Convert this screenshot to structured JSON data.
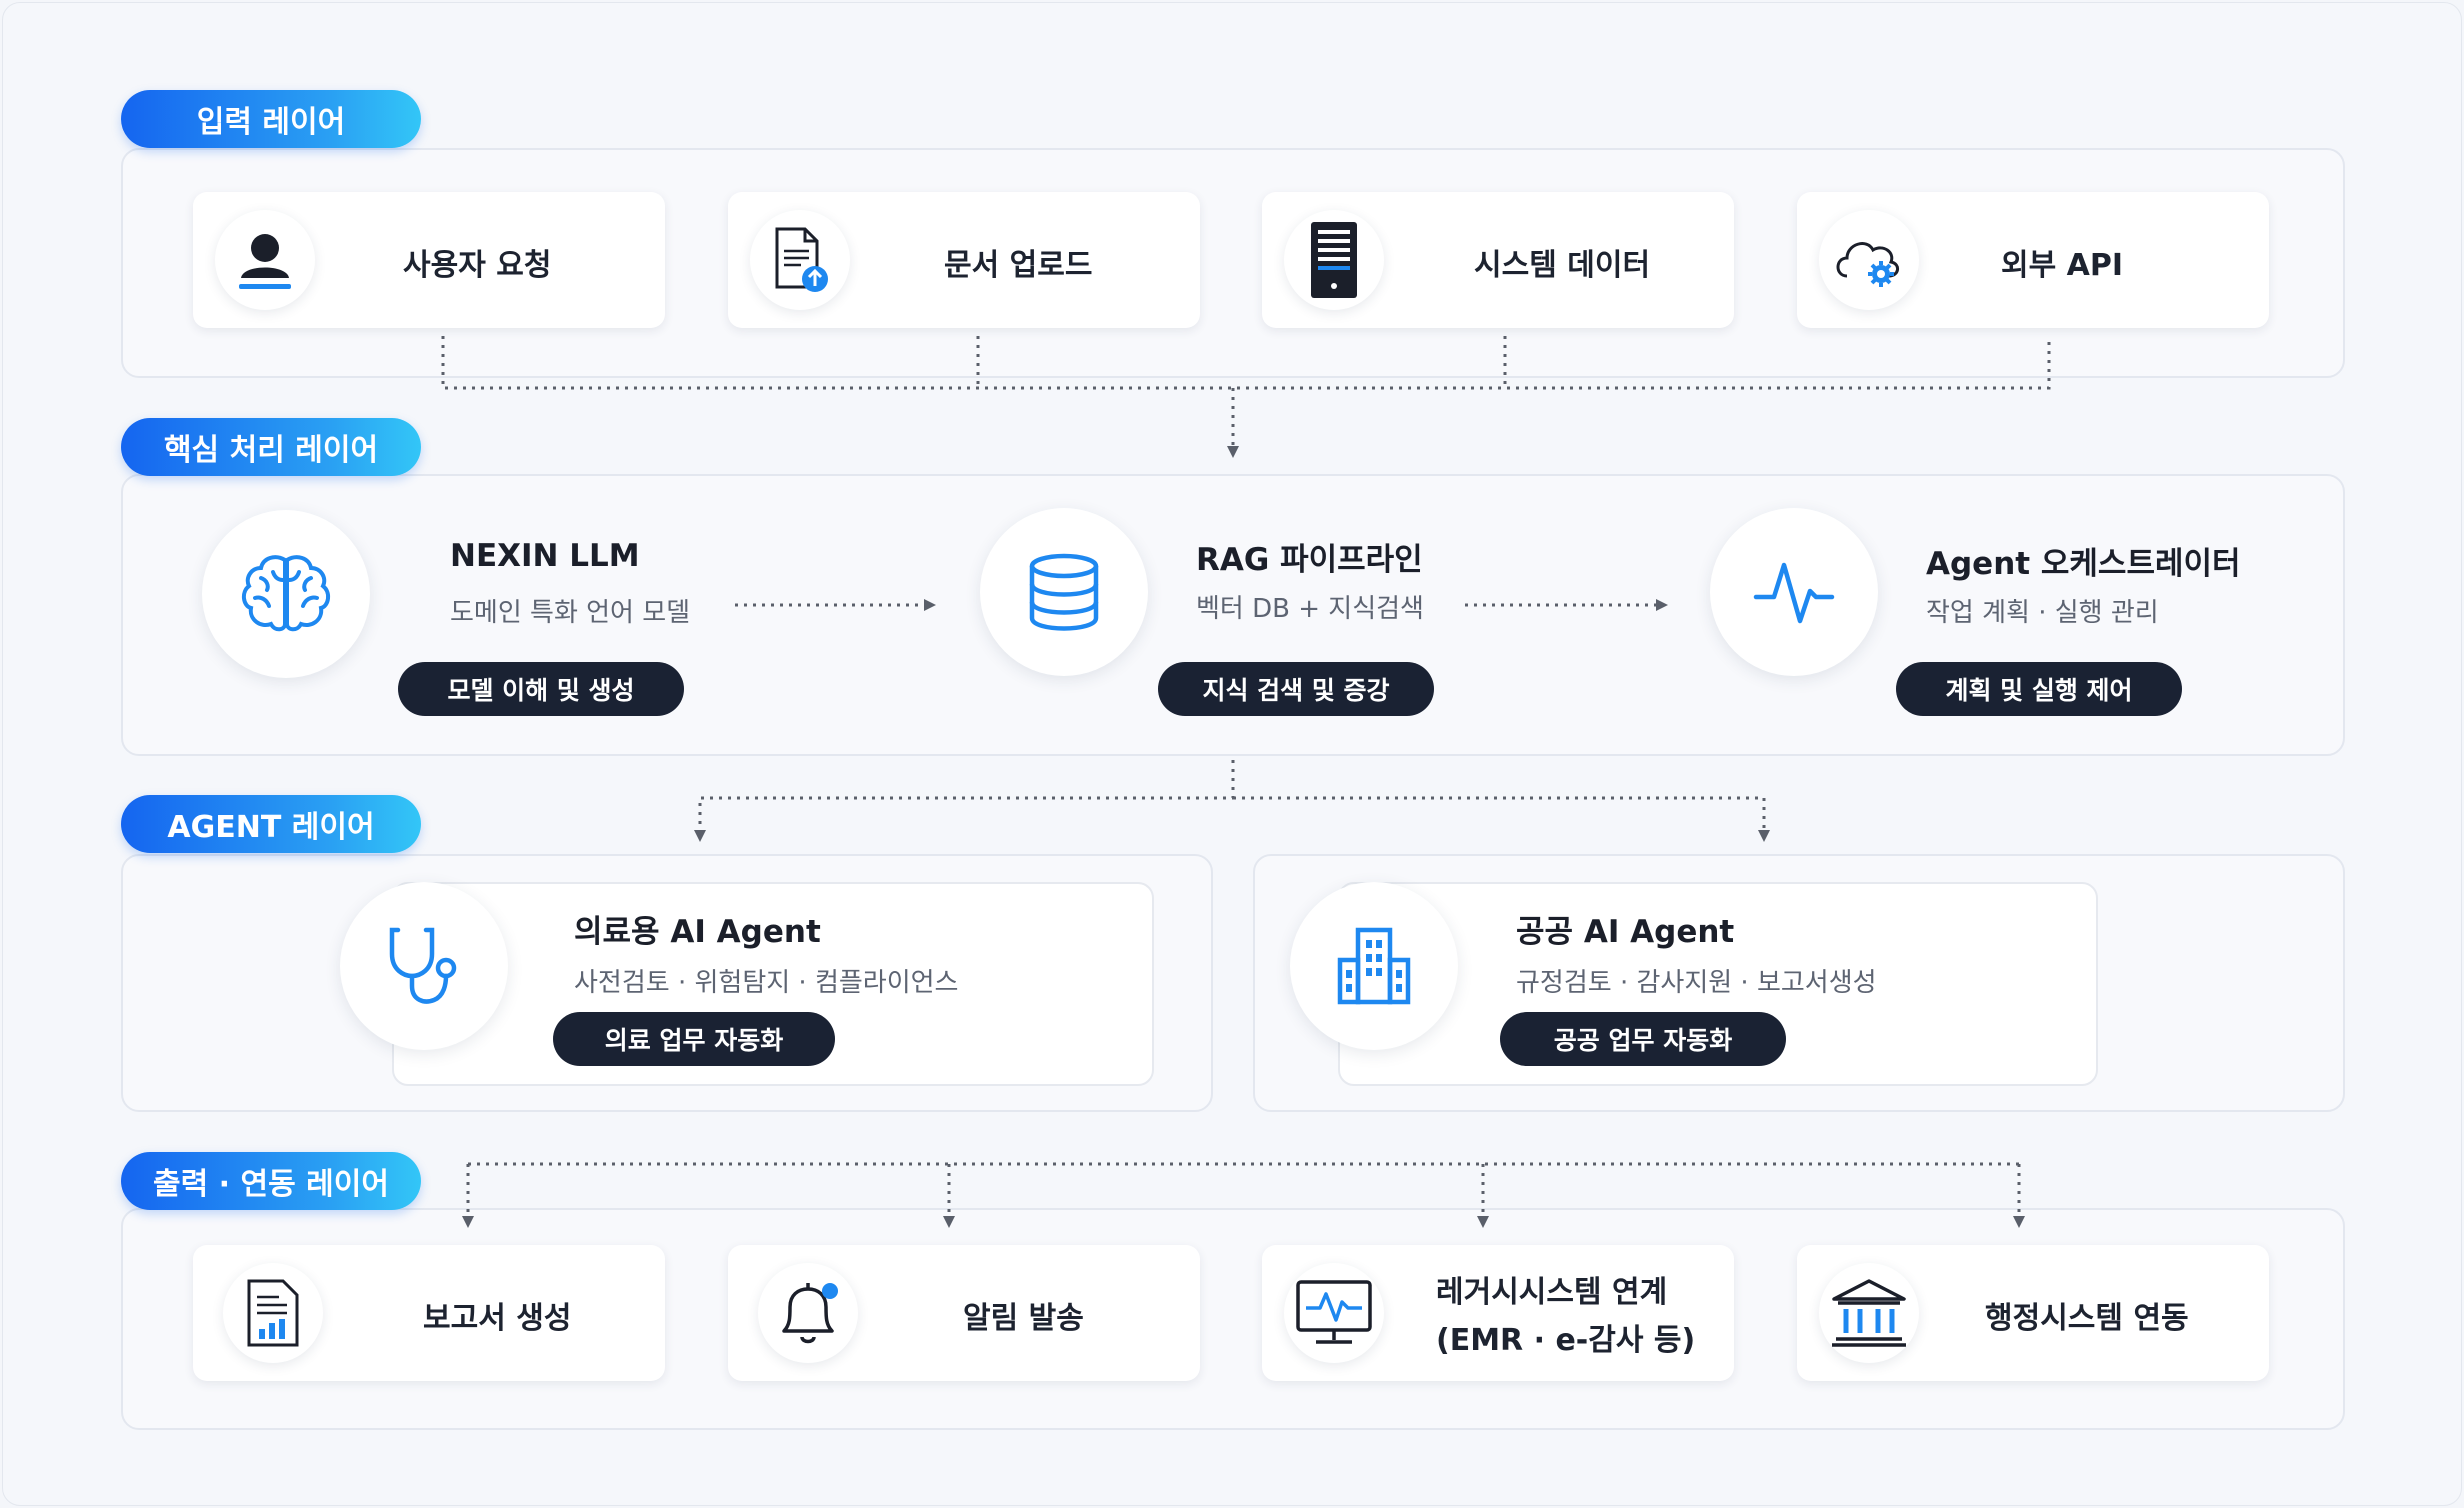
{
  "layers": {
    "input": "입력 레이어",
    "core": "핵심 처리 레이어",
    "agent": "AGENT 레이어",
    "output": "출력 · 연동 레이어"
  },
  "input_cards": [
    {
      "label": "사용자 요청",
      "icon": "user-icon"
    },
    {
      "label": "문서 업로드",
      "icon": "document-upload-icon"
    },
    {
      "label": "시스템 데이터",
      "icon": "server-icon"
    },
    {
      "label": "외부 API",
      "icon": "cloud-gear-icon"
    }
  ],
  "core_nodes": [
    {
      "title": "NEXIN LLM",
      "subtitle": "도메인 특화 언어 모델",
      "chip": "모델 이해 및 생성",
      "icon": "brain-icon"
    },
    {
      "title": "RAG 파이프라인",
      "subtitle": "벡터 DB + 지식검색",
      "chip": "지식 검색 및 증강",
      "icon": "database-icon"
    },
    {
      "title": "Agent 오케스트레이터",
      "subtitle": "작업 계획 · 실행 관리",
      "chip": "계획 및 실행 제어",
      "icon": "pulse-icon"
    }
  ],
  "agents": [
    {
      "title": "의료용 AI Agent",
      "subtitle": "사전검토 · 위험탐지 · 컴플라이언스",
      "chip": "의료 업무 자동화",
      "icon": "stethoscope-icon"
    },
    {
      "title": "공공 AI Agent",
      "subtitle": "규정검토 · 감사지원 · 보고서생성",
      "chip": "공공 업무 자동화",
      "icon": "building-icon"
    }
  ],
  "output_cards": [
    {
      "label": "보고서 생성",
      "icon": "report-icon"
    },
    {
      "label": "알림 발송",
      "icon": "bell-icon"
    },
    {
      "label_line1": "레거시시스템 연계",
      "label_line2": "(EMR · e-감사 등)",
      "icon": "monitor-pulse-icon"
    },
    {
      "label": "행정시스템 연동",
      "icon": "government-building-icon"
    }
  ],
  "colors": {
    "accent": "#1e88f0",
    "pill_gradient_start": "#1565f0",
    "pill_gradient_end": "#33c6f7",
    "chip": "#1a2233",
    "connector": "#5a5f6a"
  }
}
